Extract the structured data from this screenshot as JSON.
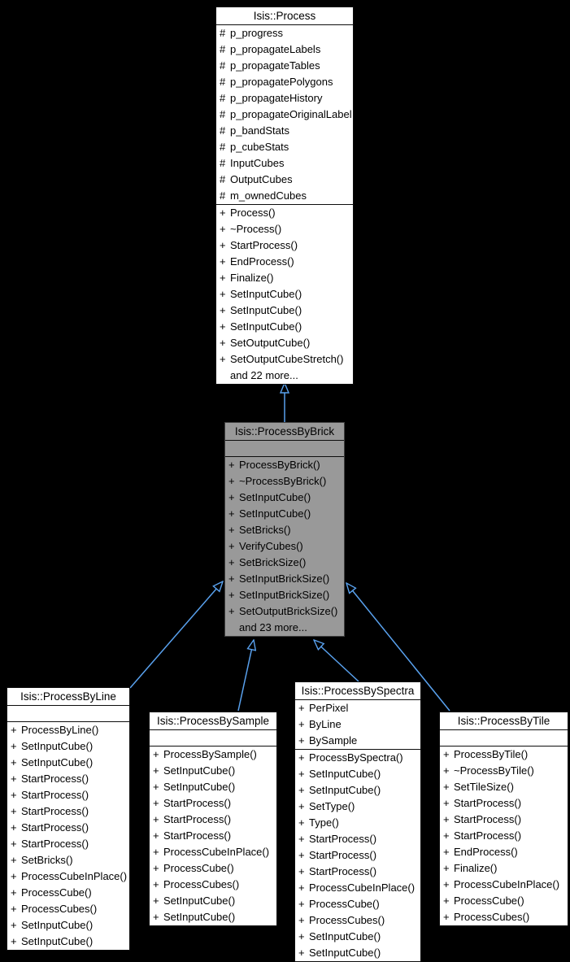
{
  "diagram": {
    "type": "uml-class-inheritance",
    "colors": {
      "background": "#000000",
      "arrow": "#59a1ee",
      "box_fill": "#ffffff",
      "highlight_fill": "#999999",
      "text": "#000000"
    },
    "classes": [
      {
        "id": "process",
        "title": "Isis::Process",
        "highlighted": false,
        "attributes": [
          "# p_progress",
          "# p_propagateLabels",
          "# p_propagateTables",
          "# p_propagatePolygons",
          "# p_propagateHistory",
          "# p_propagateOriginalLabel",
          "# p_bandStats",
          "# p_cubeStats",
          "# InputCubes",
          "# OutputCubes",
          "# m_ownedCubes"
        ],
        "methods": [
          "+ Process()",
          "+ ~Process()",
          "+ StartProcess()",
          "+ EndProcess()",
          "+ Finalize()",
          "+ SetInputCube()",
          "+ SetInputCube()",
          "+ SetInputCube()",
          "+ SetOutputCube()",
          "+ SetOutputCubeStretch()",
          "and 22 more..."
        ]
      },
      {
        "id": "processbybrick",
        "title": "Isis::ProcessByBrick",
        "highlighted": true,
        "attributes": [],
        "methods": [
          "+ ProcessByBrick()",
          "+ ~ProcessByBrick()",
          "+ SetInputCube()",
          "+ SetInputCube()",
          "+ SetBricks()",
          "+ VerifyCubes()",
          "+ SetBrickSize()",
          "+ SetInputBrickSize()",
          "+ SetInputBrickSize()",
          "+ SetOutputBrickSize()",
          "and 23 more..."
        ]
      },
      {
        "id": "processbyline",
        "title": "Isis::ProcessByLine",
        "highlighted": false,
        "attributes": [],
        "methods": [
          "+ ProcessByLine()",
          "+ SetInputCube()",
          "+ SetInputCube()",
          "+ StartProcess()",
          "+ StartProcess()",
          "+ StartProcess()",
          "+ StartProcess()",
          "+ StartProcess()",
          "+ SetBricks()",
          "+ ProcessCubeInPlace()",
          "+ ProcessCube()",
          "+ ProcessCubes()",
          "+ SetInputCube()",
          "+ SetInputCube()"
        ]
      },
      {
        "id": "processbysample",
        "title": "Isis::ProcessBySample",
        "highlighted": false,
        "attributes": [],
        "methods": [
          "+ ProcessBySample()",
          "+ SetInputCube()",
          "+ SetInputCube()",
          "+ StartProcess()",
          "+ StartProcess()",
          "+ StartProcess()",
          "+ ProcessCubeInPlace()",
          "+ ProcessCube()",
          "+ ProcessCubes()",
          "+ SetInputCube()",
          "+ SetInputCube()"
        ]
      },
      {
        "id": "processbyspectra",
        "title": "Isis::ProcessBySpectra",
        "highlighted": false,
        "attributes": [
          "+ PerPixel",
          "+ ByLine",
          "+ BySample"
        ],
        "methods": [
          "+ ProcessBySpectra()",
          "+ SetInputCube()",
          "+ SetInputCube()",
          "+ SetType()",
          "+ Type()",
          "+ StartProcess()",
          "+ StartProcess()",
          "+ StartProcess()",
          "+ ProcessCubeInPlace()",
          "+ ProcessCube()",
          "+ ProcessCubes()",
          "+ SetInputCube()",
          "+ SetInputCube()"
        ]
      },
      {
        "id": "processbytile",
        "title": "Isis::ProcessByTile",
        "highlighted": false,
        "attributes": [],
        "methods": [
          "+ ProcessByTile()",
          "+ ~ProcessByTile()",
          "+ SetTileSize()",
          "+ StartProcess()",
          "+ StartProcess()",
          "+ StartProcess()",
          "+ EndProcess()",
          "+ Finalize()",
          "+ ProcessCubeInPlace()",
          "+ ProcessCube()",
          "+ ProcessCubes()"
        ]
      }
    ],
    "relationships": [
      {
        "from": "Isis::ProcessByBrick",
        "to": "Isis::Process",
        "type": "inheritance"
      },
      {
        "from": "Isis::ProcessByLine",
        "to": "Isis::ProcessByBrick",
        "type": "inheritance"
      },
      {
        "from": "Isis::ProcessBySample",
        "to": "Isis::ProcessByBrick",
        "type": "inheritance"
      },
      {
        "from": "Isis::ProcessBySpectra",
        "to": "Isis::ProcessByBrick",
        "type": "inheritance"
      },
      {
        "from": "Isis::ProcessByTile",
        "to": "Isis::ProcessByBrick",
        "type": "inheritance"
      }
    ]
  }
}
